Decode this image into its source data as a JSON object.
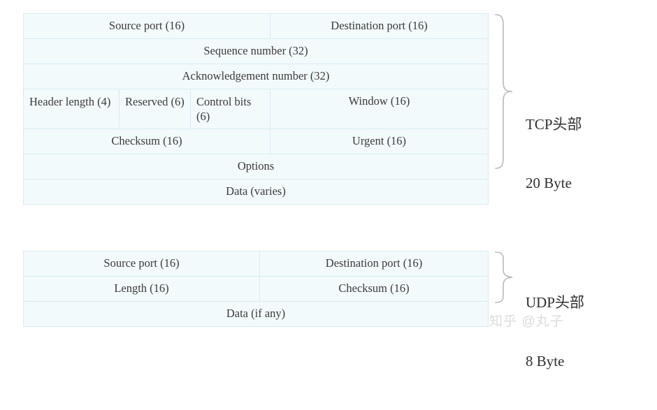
{
  "diagram": {
    "title": "TCP and UDP header formats",
    "background_color": "#ffffff",
    "cell_fill": "#f3fafc",
    "cell_border": "#d7ecf3",
    "text_color": "#3a3a3a",
    "brace_color": "#b9b9b9"
  },
  "tcp": {
    "label_line1": "TCP头部",
    "label_line2": "20 Byte",
    "rows": [
      {
        "cells": [
          {
            "text": "Source port (16)",
            "span": 3,
            "align": "center"
          },
          {
            "text": "Destination port (16)",
            "span": 1,
            "align": "center"
          }
        ]
      },
      {
        "cells": [
          {
            "text": "Sequence number (32)",
            "span": 4,
            "align": "center"
          }
        ]
      },
      {
        "cells": [
          {
            "text": "Acknowledgement number (32)",
            "span": 4,
            "align": "center"
          }
        ]
      },
      {
        "cells": [
          {
            "text": "Header length (4)",
            "span": 1,
            "align": "left"
          },
          {
            "text": "Reserved (6)",
            "span": 1,
            "align": "left"
          },
          {
            "text": "Control bits (6)",
            "span": 1,
            "align": "left"
          },
          {
            "text": "Window (16)",
            "span": 1,
            "align": "top"
          }
        ]
      },
      {
        "cells": [
          {
            "text": "Checksum (16)",
            "span": 3,
            "align": "center"
          },
          {
            "text": "Urgent (16)",
            "span": 1,
            "align": "center"
          }
        ]
      },
      {
        "cells": [
          {
            "text": "Options",
            "span": 4,
            "align": "center"
          }
        ]
      },
      {
        "cells": [
          {
            "text": "Data (varies)",
            "span": 4,
            "align": "center"
          }
        ]
      }
    ]
  },
  "udp": {
    "label_line1": "UDP头部",
    "label_line2": "8 Byte",
    "rows": [
      {
        "cells": [
          {
            "text": "Source port (16)",
            "span": 1,
            "align": "center"
          },
          {
            "text": "Destination port (16)",
            "span": 1,
            "align": "center"
          }
        ]
      },
      {
        "cells": [
          {
            "text": "Length (16)",
            "span": 1,
            "align": "center"
          },
          {
            "text": "Checksum (16)",
            "span": 1,
            "align": "center"
          }
        ]
      },
      {
        "cells": [
          {
            "text": "Data (if any)",
            "span": 2,
            "align": "center"
          }
        ]
      }
    ]
  },
  "watermark": {
    "text": "知乎 @丸子"
  }
}
